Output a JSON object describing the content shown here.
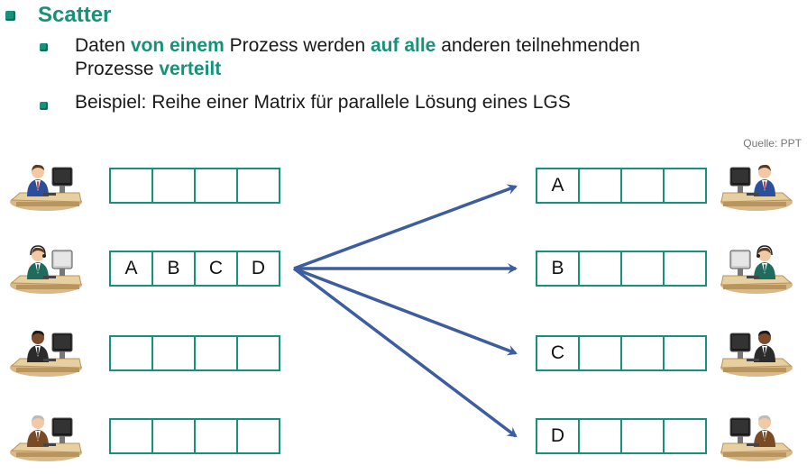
{
  "title": "Scatter",
  "bullet1": {
    "parts": [
      {
        "text": "Daten ",
        "hl": false
      },
      {
        "text": "von einem",
        "hl": true
      },
      {
        "text": " Prozess werden ",
        "hl": false
      },
      {
        "text": "auf alle",
        "hl": true
      },
      {
        "text": " anderen teilnehmenden",
        "hl": false
      }
    ],
    "parts2": [
      {
        "text": "Prozesse ",
        "hl": false
      },
      {
        "text": "verteilt",
        "hl": true
      }
    ]
  },
  "bullet2": "Beispiel: Reihe einer Matrix für parallele Lösung eines LGS",
  "source": "Quelle: PPT",
  "left_rows": [
    [
      "",
      "",
      "",
      ""
    ],
    [
      "A",
      "B",
      "C",
      "D"
    ],
    [
      "",
      "",
      "",
      ""
    ],
    [
      "",
      "",
      "",
      ""
    ]
  ],
  "right_rows": [
    [
      "A",
      "",
      "",
      ""
    ],
    [
      "B",
      "",
      "",
      ""
    ],
    [
      "C",
      "",
      "",
      ""
    ],
    [
      "D",
      "",
      "",
      ""
    ]
  ],
  "colors": {
    "accent": "#16917a",
    "arrow": "#3d5d9e"
  },
  "people_icons": [
    "person-blue-suit-icon",
    "person-headset-icon",
    "person-dark-suit-icon",
    "person-brown-vest-icon"
  ]
}
